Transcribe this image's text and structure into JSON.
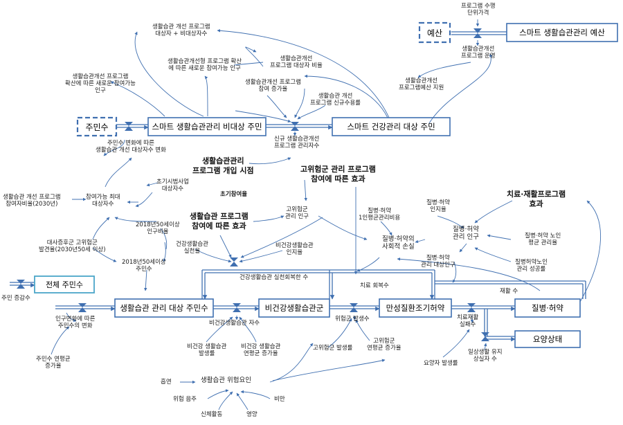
{
  "stocks": {
    "smart_budget": "스마트 생활습관관리 예산",
    "budget_cloud": "예산",
    "residents_cloud": "주민수",
    "non_target": "스마트 생활습관관리 비대상 주민",
    "target": "스마트 건강관리 대상 주민",
    "total_residents": "전체 주민수",
    "habit_mgmt_target": "생활습관 관리 대상 주민수",
    "unhealthy_habit": "비건강생활습관군",
    "chronic_early": "만성질환조기허약",
    "disease_frailty": "질병·허약",
    "nursing": "요양상태"
  },
  "labels": {
    "prog_unit_cost": [
      "프로그램 수행",
      "단위가격"
    ],
    "prog_operation": [
      "생활습관개선",
      "프로그램 운영"
    ],
    "prog_budget_support": [
      "생활습관개선",
      "프로그램예산 지원"
    ],
    "target_plus_nontarget": [
      "생활습관 개선 프로그램",
      "대상자 + 비대상자수"
    ],
    "target_ratio": [
      "생활습관개선",
      "프로그램 대상자 비율"
    ],
    "new_participants_by_spread": [
      "생활습관개선형 프로그램 확산",
      "에 따른 새로운 참여가능 인구"
    ],
    "spread_new_possible": [
      "생활습관개선 프로그램",
      "확산에 따른 새로운 참여가능",
      "인구"
    ],
    "participation_increase": [
      "생활습관개선 프로그램",
      "참여 증가율"
    ],
    "new_enrollment_rate": [
      "생활습관 개선",
      "프로그램 신규수용률"
    ],
    "change_target_by_residents": [
      "주민수 변화에 따른",
      "생활습관 개선 대상자수 변화"
    ],
    "new_mgmt_count": [
      "신규 생활습관개선",
      "프로그램 관리자수"
    ],
    "intervention_time": [
      "생활습관관리",
      "프로그램 개입 시점"
    ],
    "high_risk_effect": [
      "고위험군 관리 프로그램",
      "참여에 따른 효과"
    ],
    "max_participation_ratio": [
      "생활습관 개선 프로그램",
      "참여자비율(2030년)"
    ],
    "max_participants": [
      "참여가능 최대",
      "대상자수"
    ],
    "early_pilot": [
      "초기시범사업",
      "대상자수"
    ],
    "initial_participation": "초기참여율",
    "habit_prog_effect": [
      "생활습관 프로그램",
      "참여에 따른 효과"
    ],
    "high_risk_mgmt_pop": [
      "고위험군",
      "관리 인구"
    ],
    "unit_cost_per_person": [
      "질병·허약",
      "1인평균관리비용"
    ],
    "social_loss": [
      "질병·허약의",
      "사회적 손실"
    ],
    "frailty_cognition": [
      "질병·허약",
      "인지율"
    ],
    "treatment_effect": [
      "치료·재활프로그램",
      "효과"
    ],
    "frailty_mgmt_pop": [
      "질병·허약",
      "관리 인구"
    ],
    "elderly_mgmt_rate": [
      "질병·허약 노인",
      "평균 관리율"
    ],
    "frailty_target_pop": [
      "질병·허약",
      "관리 대상인구"
    ],
    "elderly_mgmt_success": [
      "질병허약노인",
      "관리 성공률"
    ],
    "ratio_2018_50": [
      "2018년50세이상",
      "인구비율"
    ],
    "healthy_habit_rate": [
      "건강생활습관",
      "실천율"
    ],
    "unhealthy_cognition": [
      "비건강생활습관",
      "인지율"
    ],
    "future_prevalence": [
      "대사증후군 고위험군",
      "발견율(2030년50세 이상)"
    ],
    "pop_2018_50": [
      "2018년50세이상",
      "주민수"
    ],
    "healthy_recovery": "건강생활습관 실천회복한 수",
    "treatment_recovery": "치료 회복수",
    "rehab": "재활 수",
    "resident_increase": "주민 증감수",
    "change_by_pop": [
      "인구변화에 따른",
      "주민수의 변화"
    ],
    "annual_increase": [
      "주민수 연평균",
      "증가율"
    ],
    "unhealthy_count": "비건강생활습관 자수",
    "high_risk_count": "위험군 발생수",
    "treatment_fail": [
      "치료재활",
      "실패수"
    ],
    "unhealthy_incidence": [
      "비건강 생활습관",
      "발생률"
    ],
    "unhealthy_avg_incr": [
      "비건강 생활습관",
      "연평균 증가율"
    ],
    "high_risk_incidence": "고위험군 발생률",
    "high_risk_avg_incr": [
      "고위험군",
      "연평균 증가율"
    ],
    "nursing_maintain_loss": [
      "일상생활 유지",
      "상실자 수"
    ],
    "nursing_incidence": "요양자 발생률",
    "smoking": "흡연",
    "risk_factors": "생활습관 위험요인",
    "drinking": "위험 음주",
    "obesity": "비만",
    "physical_activity": "신체활동",
    "nutrition": "영양"
  },
  "colors": {
    "accent": "#3f6fb0",
    "total_stock": "#4aa6c8"
  }
}
